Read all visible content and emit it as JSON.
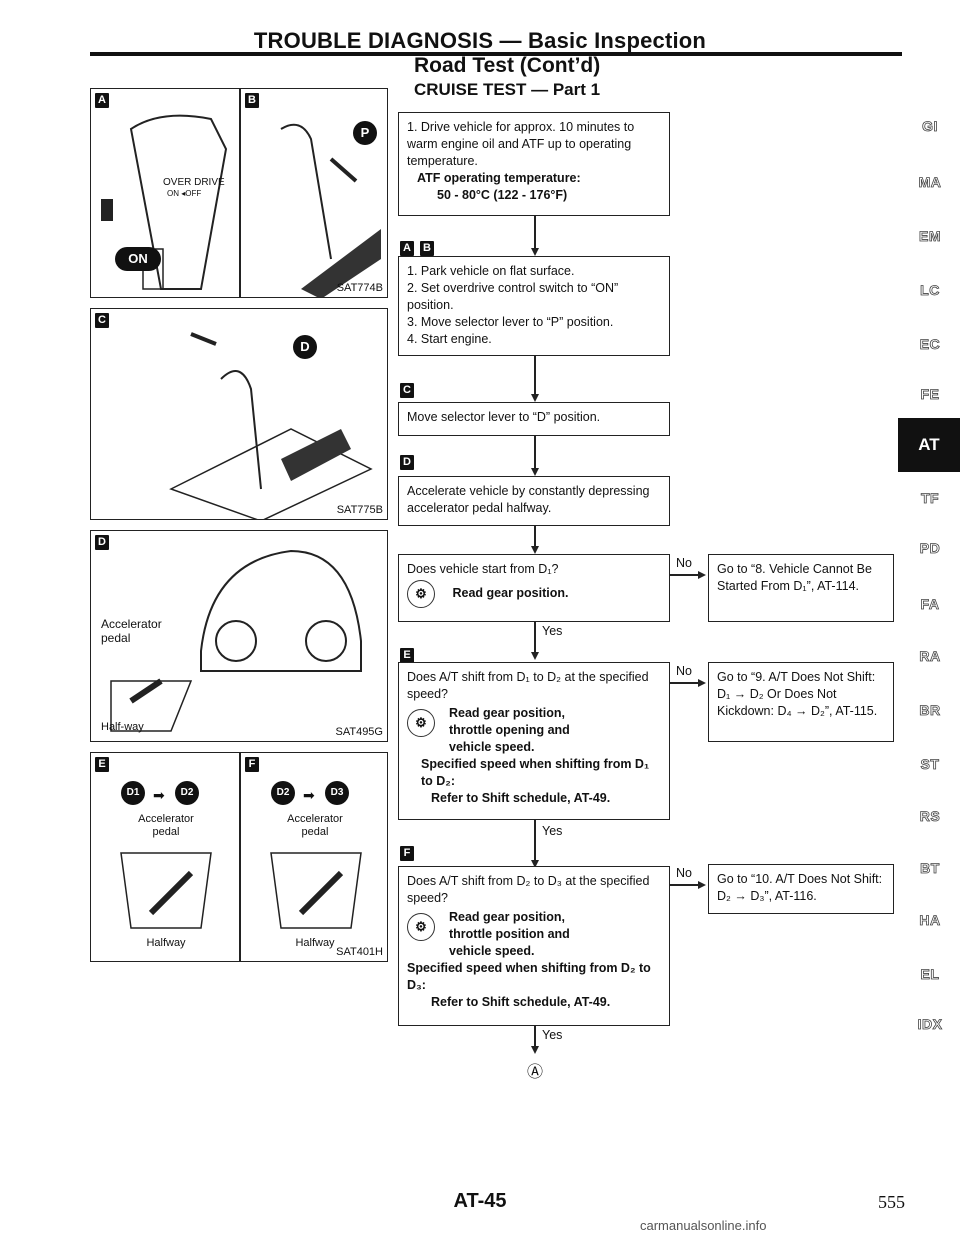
{
  "header": {
    "title": "TROUBLE DIAGNOSIS — Basic Inspection",
    "subtitle": "Road Test (Cont’d)",
    "section": "CRUISE TEST — Part 1"
  },
  "panels": {
    "a": {
      "tag": "A",
      "switch_label": "OVER DRIVE",
      "switch_sub": "ON ◂OFF",
      "on_label": "ON"
    },
    "b": {
      "tag": "B",
      "gear": "P",
      "code": "SAT774B"
    },
    "c": {
      "tag": "C",
      "gear": "D",
      "code": "SAT775B"
    },
    "d": {
      "tag": "D",
      "pedal_label": "Accelerator\npedal",
      "halfway": "Half-way",
      "code": "SAT495G"
    },
    "e": {
      "tag": "E",
      "from": "D1",
      "to": "D2",
      "pedal_label": "Accelerator\npedal",
      "halfway": "Halfway"
    },
    "f": {
      "tag": "F",
      "from": "D2",
      "to": "D3",
      "pedal_label": "Accelerator\npedal",
      "halfway": "Halfway",
      "code": "SAT401H"
    }
  },
  "flow": {
    "step1": {
      "text": "1. Drive vehicle for approx. 10 minutes to warm engine oil and ATF up to operating temperature.",
      "bold1": "ATF operating temperature:",
      "bold2": "50 - 80°C (122 - 176°F)"
    },
    "tag_ab_1": "A",
    "tag_ab_2": "B",
    "step2": {
      "l1": "1. Park vehicle on flat surface.",
      "l2": "2. Set overdrive control switch to “ON” position.",
      "l3": "3. Move selector lever to “P” position.",
      "l4": "4. Start engine."
    },
    "tag_c": "C",
    "step3": "Move selector lever to “D” position.",
    "tag_d": "D",
    "step4": "Accelerate vehicle by constantly depressing accelerator pedal halfway.",
    "q1": {
      "question": "Does vehicle start from D₁?",
      "bold": "Read gear position.",
      "no": "No",
      "yes": "Yes",
      "result": "Go to “8. Vehicle Cannot Be Started From D₁”, AT-114."
    },
    "tag_e": "E",
    "q2": {
      "question": "Does A/T shift from D₁ to D₂ at the specified speed?",
      "bold1": "Read gear position,",
      "bold2": "throttle opening and",
      "bold3": "vehicle speed.",
      "bold4": "Specified speed when shifting from D₁ to D₂:",
      "bold5": "Refer to Shift schedule, AT-49.",
      "no": "No",
      "yes": "Yes",
      "result": "Go to “9. A/T Does Not Shift: D₁ → D₂ Or Does Not Kickdown: D₄ → D₂”, AT-115."
    },
    "tag_f": "F",
    "q3": {
      "question": "Does A/T shift from D₂ to D₃ at the specified speed?",
      "bold1": "Read gear position,",
      "bold2": "throttle position and",
      "bold3": "vehicle speed.",
      "bold4": "Specified speed when shifting from D₂ to D₃:",
      "bold5": "Refer to Shift schedule, AT-49.",
      "no": "No",
      "yes": "Yes",
      "result": "Go to “10. A/T Does Not Shift: D₂ → D₃”, AT-116."
    },
    "connector": "Ⓐ"
  },
  "tabs": [
    "GI",
    "MA",
    "EM",
    "LC",
    "EC",
    "FE",
    "AT",
    "TF",
    "PD",
    "FA",
    "RA",
    "BR",
    "ST",
    "RS",
    "BT",
    "HA",
    "EL",
    "IDX"
  ],
  "active_tab": "AT",
  "footer": {
    "page_code": "AT-45",
    "page_number": "555",
    "watermark": "carmanualsonline.info"
  }
}
